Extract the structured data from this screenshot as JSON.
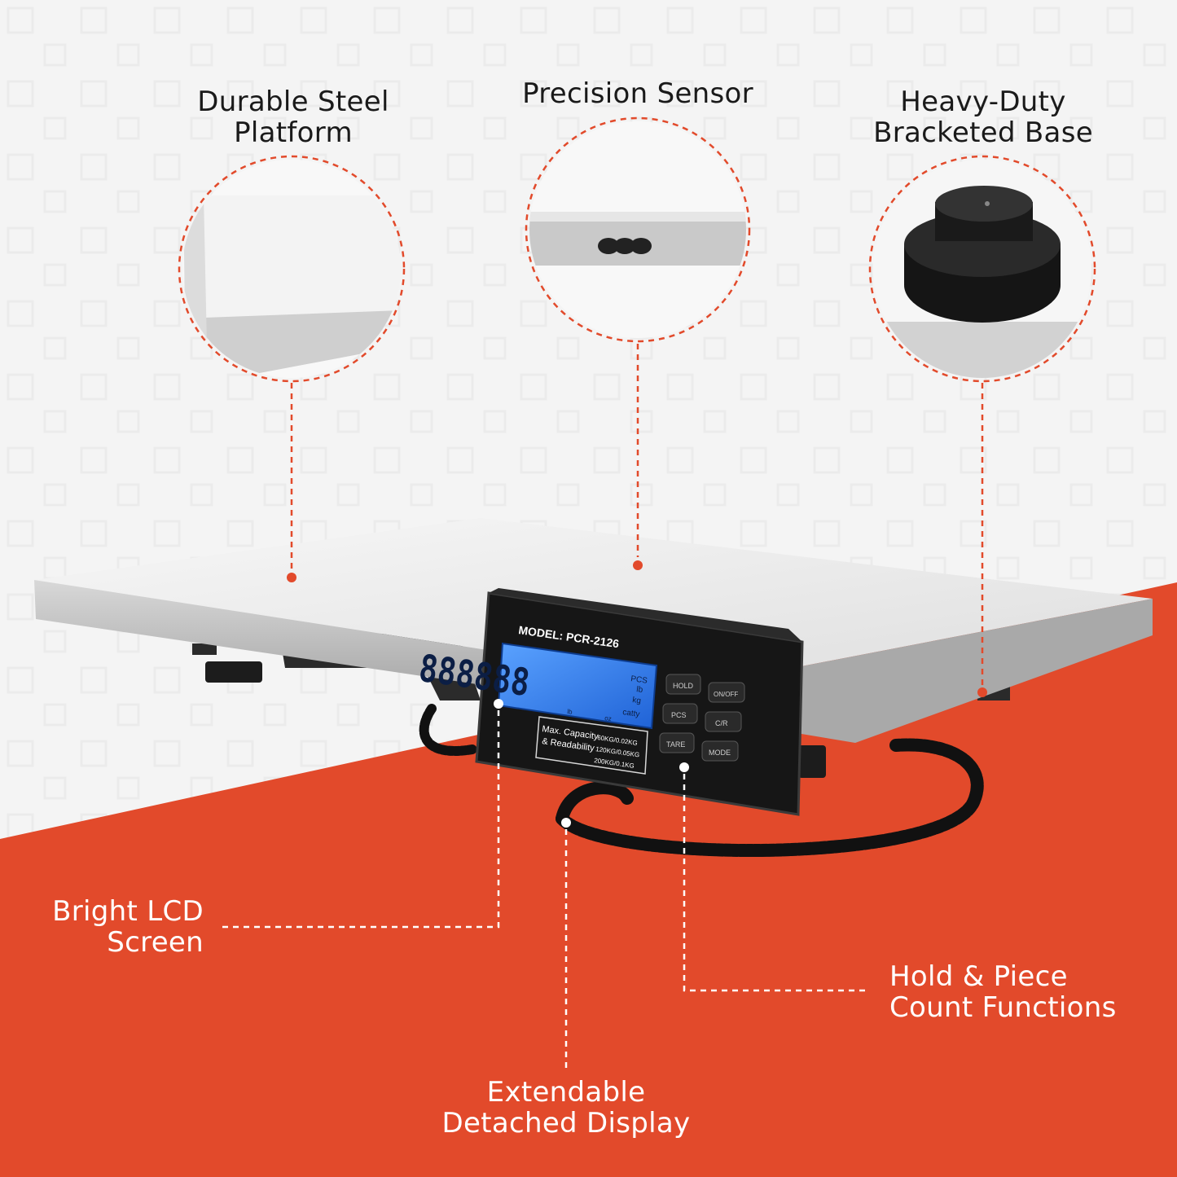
{
  "colors": {
    "accent": "#e24a2b",
    "background": "#f4f4f4",
    "platform": "#e9e9ea",
    "lcd": "#2f7df0",
    "housing": "#161616"
  },
  "callouts": {
    "platform": {
      "line1": "Durable Steel",
      "line2": "Platform"
    },
    "sensor": {
      "line1": "Precision Sensor"
    },
    "base": {
      "line1": "Heavy-Duty",
      "line2": "Bracketed Base"
    },
    "lcd": {
      "line1": "Bright LCD",
      "line2": "Screen"
    },
    "functions": {
      "line1": "Hold & Piece",
      "line2": "Count Functions"
    },
    "display": {
      "line1": "Extendable",
      "line2": "Detached Display"
    }
  },
  "device": {
    "model": "MODEL: PCR-2126",
    "lcd_digits": "888888",
    "units": [
      "PCS",
      "lb",
      "kg",
      "catty"
    ],
    "sub_units": [
      "lb",
      "oz"
    ],
    "capacity_label_1": "Max. Capacity",
    "capacity_label_2": "& Readability",
    "capacities": [
      "60KG/0.02KG",
      "120KG/0.05KG",
      "200KG/0.1KG"
    ],
    "buttons": [
      "HOLD",
      "ON/OFF",
      "PCS",
      "C/R",
      "TARE",
      "MODE"
    ]
  }
}
